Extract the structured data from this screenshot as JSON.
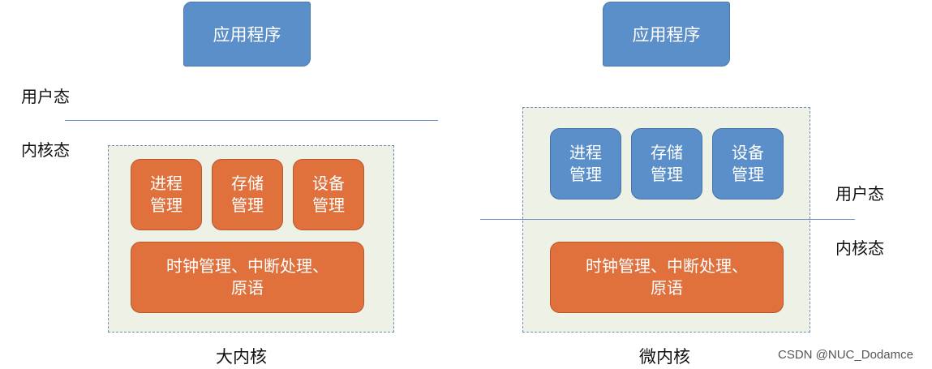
{
  "left": {
    "app_label": "应用程序",
    "user_mode_label": "用户态",
    "kernel_mode_label": "内核态",
    "modules": [
      {
        "line1": "进程",
        "line2": "管理"
      },
      {
        "line1": "存储",
        "line2": "管理"
      },
      {
        "line1": "设备",
        "line2": "管理"
      }
    ],
    "core": {
      "line1": "时钟管理、中断处理、",
      "line2": "原语"
    },
    "title": "大内核"
  },
  "right": {
    "app_label": "应用程序",
    "user_mode_label": "用户态",
    "kernel_mode_label": "内核态",
    "modules": [
      {
        "line1": "进程",
        "line2": "管理"
      },
      {
        "line1": "存储",
        "line2": "管理"
      },
      {
        "line1": "设备",
        "line2": "管理"
      }
    ],
    "core": {
      "line1": "时钟管理、中断处理、",
      "line2": "原语"
    },
    "title": "微内核"
  },
  "watermark": "CSDN @NUC_Dodamce",
  "colors": {
    "blue_box": "#5b8fc9",
    "orange_box": "#e0713c",
    "panel_bg": "#eef1e6",
    "divider": "#6b8fc4"
  }
}
